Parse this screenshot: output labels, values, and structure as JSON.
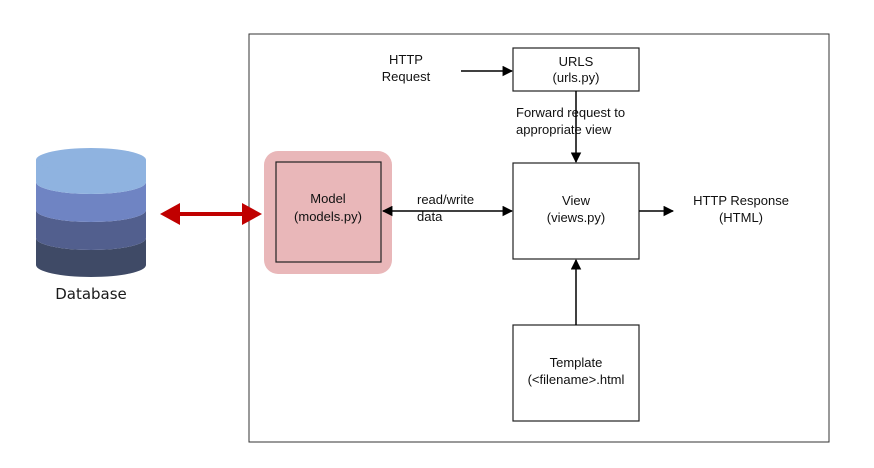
{
  "database": {
    "label": "Database",
    "colors": {
      "top": "#8fb3e0",
      "layer1": "#6f84c3",
      "layer2": "#525f8e",
      "layer3": "#3f4a66"
    }
  },
  "model": {
    "line1": "Model",
    "line2": "(models.py)",
    "highlight_color": "#e9b7b9"
  },
  "urls": {
    "line1": "URLS",
    "line2": "(urls.py)"
  },
  "view": {
    "line1": "View",
    "line2": "(views.py)"
  },
  "template": {
    "line1": "Template",
    "line2": "(<filename>.html"
  },
  "labels": {
    "http_request_line1": "HTTP",
    "http_request_line2": "Request",
    "forward_line1": "Forward request to",
    "forward_line2": "appropriate view",
    "readwrite_line1": "read/write",
    "readwrite_line2": "data",
    "http_response_line1": "HTTP Response",
    "http_response_line2": "(HTML)"
  },
  "colors": {
    "db_arrow": "#c00000"
  }
}
